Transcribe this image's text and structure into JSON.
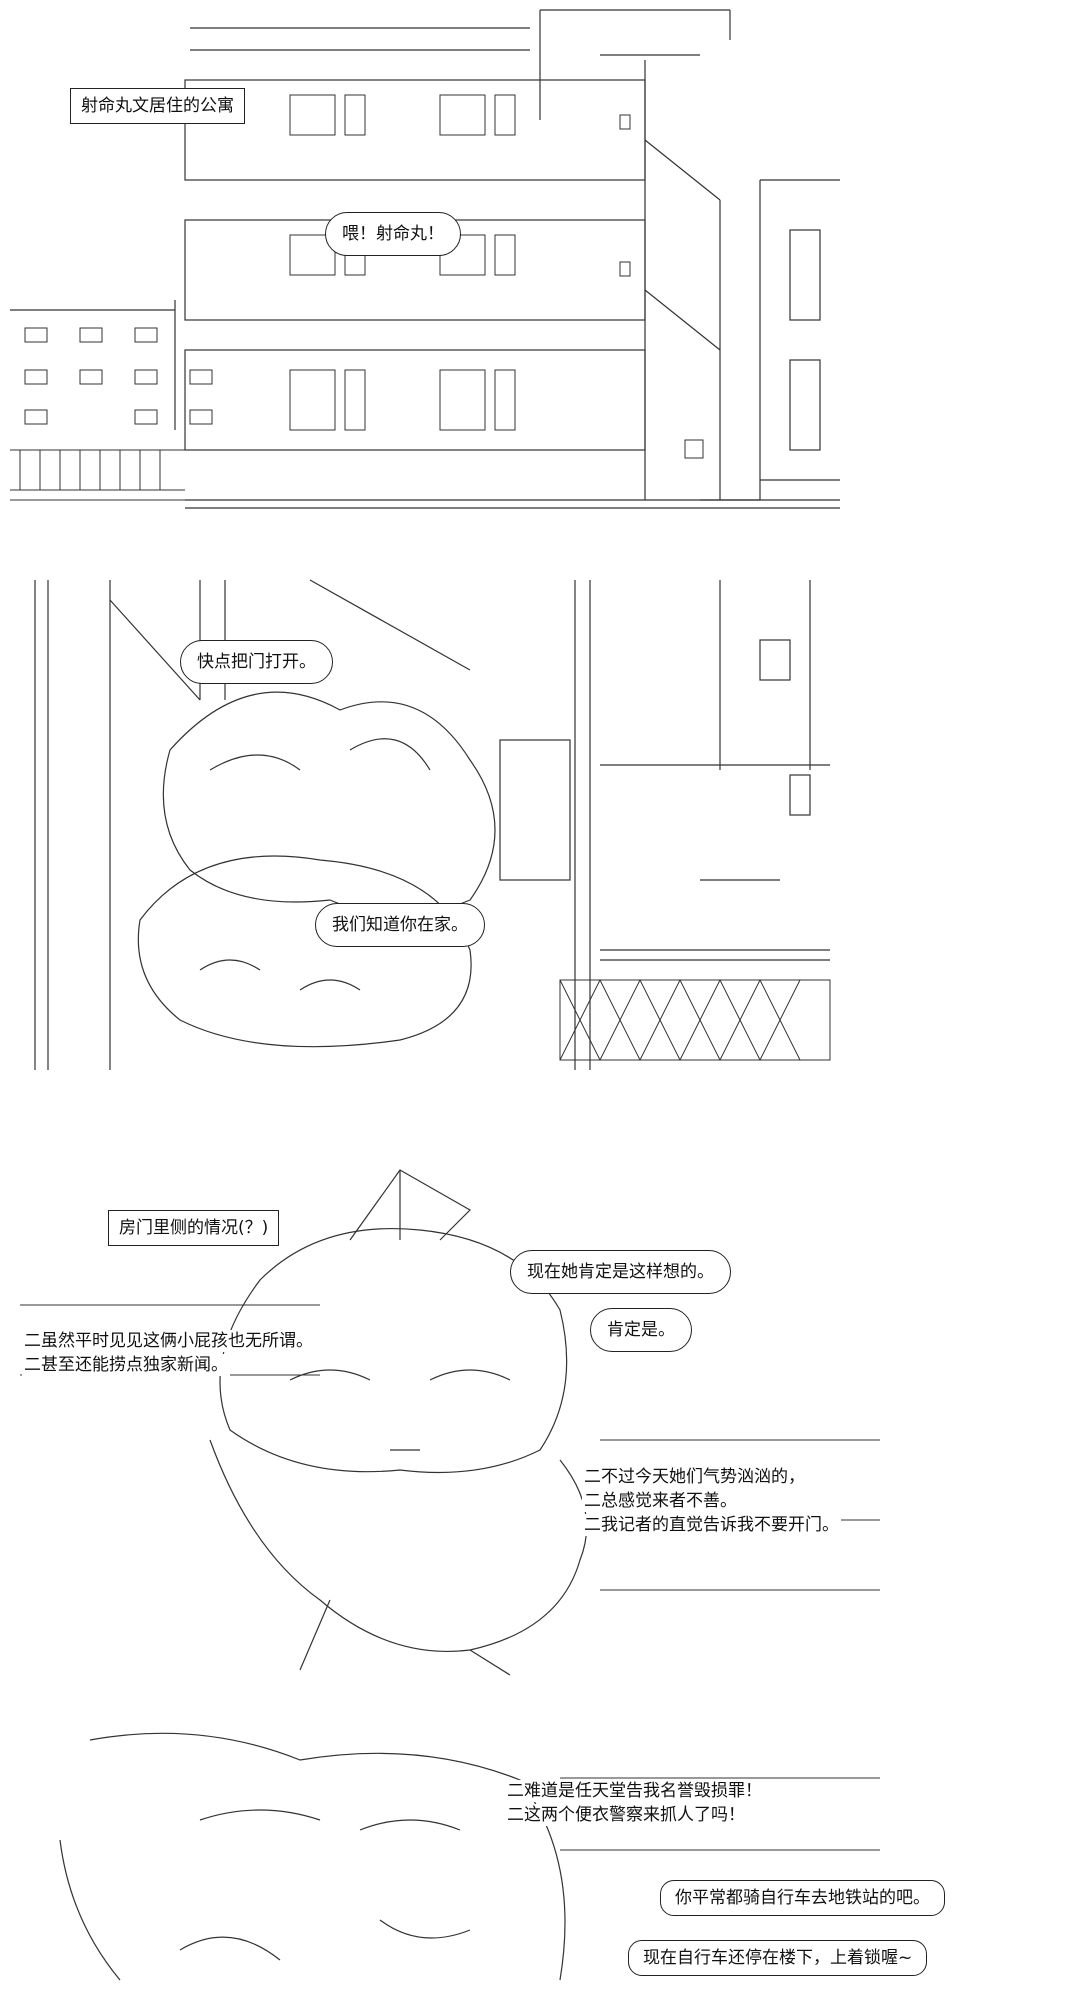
{
  "panel1": {
    "caption": "射命丸文居住的公寓",
    "speech": "喂！射命丸！"
  },
  "panel2": {
    "speech1": "快点把门打开。",
    "speech2": "我们知道你在家。"
  },
  "panel3": {
    "caption": "房门里侧的情况(？)",
    "thought1": "现在她肯定是这样想的。",
    "thought2": "肯定是。",
    "left_lines": [
      "二虽然平时见见这俩小屁孩也无所谓。",
      "二甚至还能捞点独家新闻。"
    ],
    "right_lines": [
      "二不过今天她们气势汹汹的，",
      "二总感觉来者不善。",
      "二我记者的直觉告诉我不要开门。"
    ]
  },
  "panel4": {
    "lines": [
      "二难道是任天堂告我名誉毁损罪！",
      "二这两个便衣警察来抓人了吗！"
    ],
    "speech1": "你平常都骑自行车去地铁站的吧。",
    "speech2": "现在自行车还停在楼下，上着锁喔~"
  }
}
